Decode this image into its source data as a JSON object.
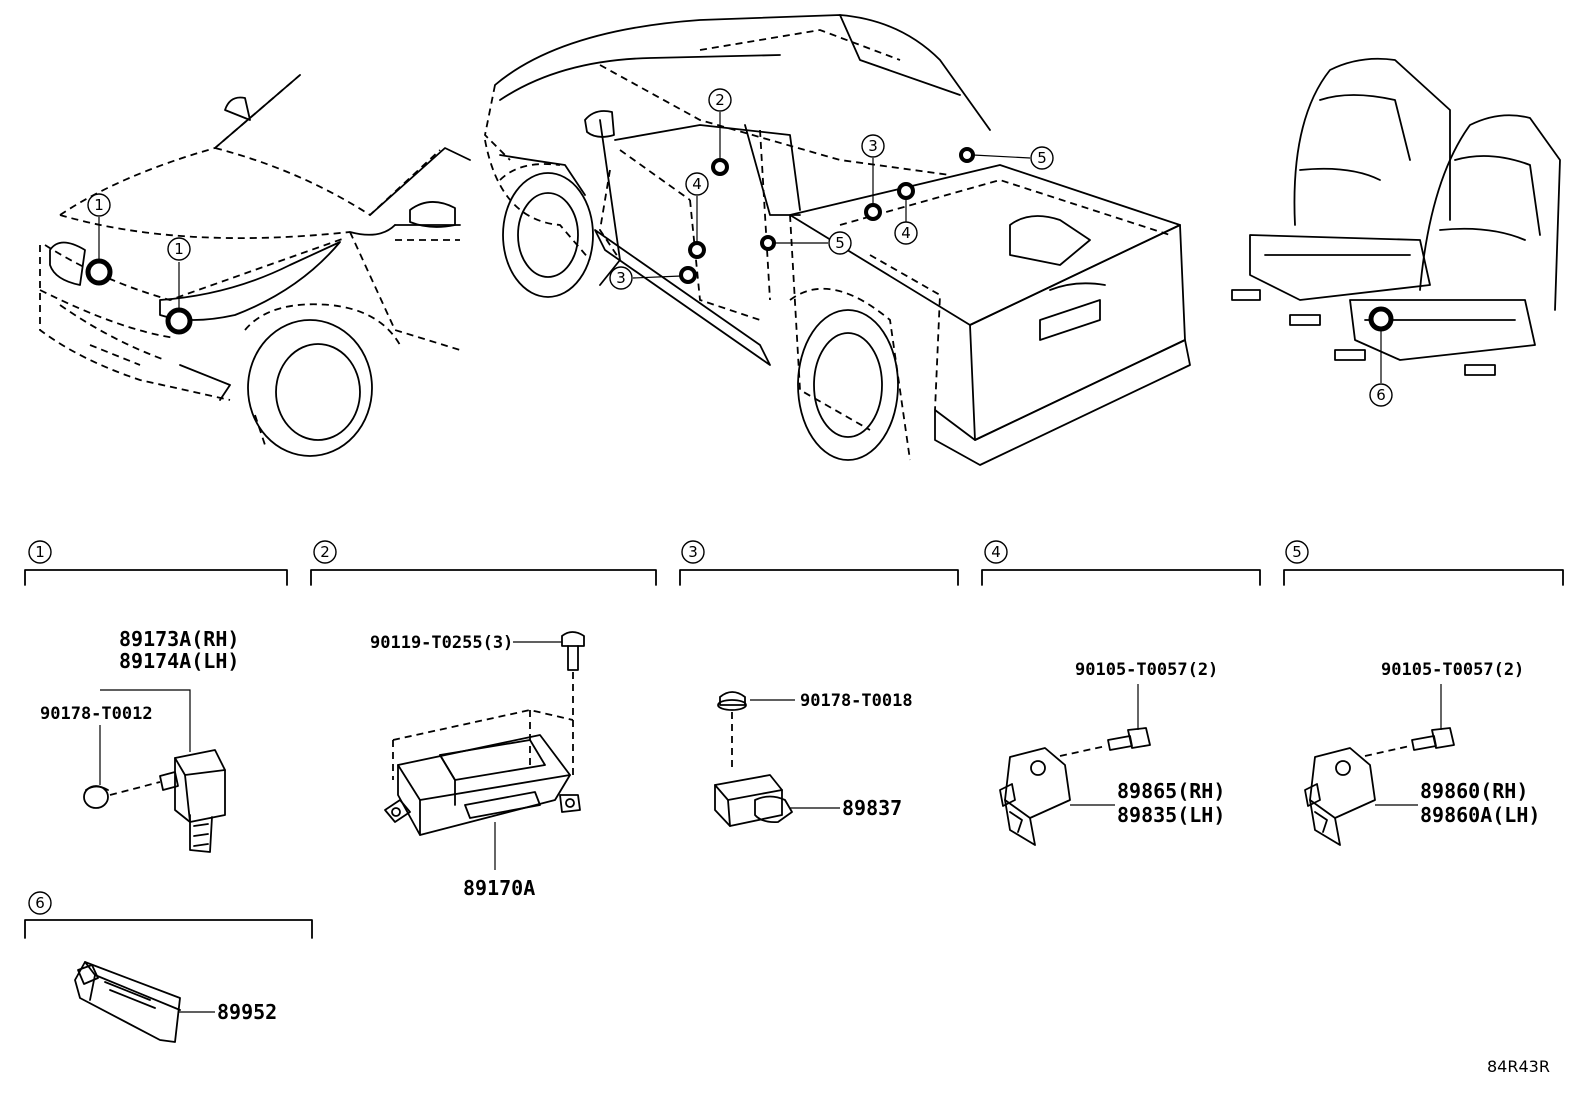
{
  "callouts": [
    "1",
    "2",
    "3",
    "4",
    "5",
    "6"
  ],
  "sections": [
    {
      "num": "1"
    },
    {
      "num": "2"
    },
    {
      "num": "3"
    },
    {
      "num": "4"
    },
    {
      "num": "5"
    },
    {
      "num": "6"
    }
  ],
  "parts": {
    "s1_rh": "89173A(RH)",
    "s1_lh": "89174A(LH)",
    "s1_clip": "90178-T0012",
    "s2_bolt": "90119-T0255(3)",
    "s2_ecu": "89170A",
    "s3_clip": "90178-T0018",
    "s3_sensor": "89837",
    "s4_bolt": "90105-T0057(2)",
    "s4_rh": "89865(RH)",
    "s4_lh": "89835(LH)",
    "s5_bolt": "90105-T0057(2)",
    "s5_rh": "89860(RH)",
    "s5_lh": "89860A(LH)",
    "s6_sensor": "89952"
  },
  "diagram_id": "84R43R"
}
